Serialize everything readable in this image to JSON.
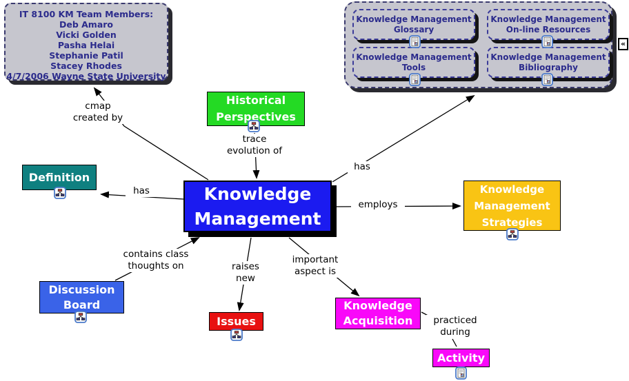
{
  "team_note": {
    "text": "IT 8100 KM Team Members:\nDeb Amaro\nVicki Golden\nPasha Helai\nStephanie Patil\nStacey Rhodes\n4/7/2006 Wayne State University"
  },
  "resource_group": {
    "collapse_glyph": "«",
    "items": [
      {
        "label": "Knowledge Management\nGlossary",
        "icon": "resource-icon"
      },
      {
        "label": "Knowledge Management\nOn-line Resources",
        "icon": "resource-icon"
      },
      {
        "label": "Knowledge Management\nTools",
        "icon": "resource-icon"
      },
      {
        "label": "Knowledge Management\nBibliography",
        "icon": "resource-icon"
      }
    ]
  },
  "nodes": {
    "knowledge_management": {
      "label": "Knowledge\nManagement",
      "color": "#1B1BF0"
    },
    "historical_perspectives": {
      "label": "Historical\nPerspectives",
      "color": "#24DA24",
      "icon": "cmap-icon"
    },
    "definition": {
      "label": "Definition",
      "color": "#0F8080",
      "icon": "cmap-icon"
    },
    "km_strategies": {
      "label": "Knowledge\nManagement\nStrategies",
      "color": "#F9C414",
      "icon": "cmap-icon"
    },
    "discussion_board": {
      "label": "Discussion\nBoard",
      "color": "#3A63E8",
      "icon": "cmap-icon"
    },
    "issues": {
      "label": "Issues",
      "color": "#E81111",
      "icon": "cmap-icon"
    },
    "knowledge_acquisition": {
      "label": "Knowledge\nAcquisition",
      "color": "#F908F9"
    },
    "activity": {
      "label": "Activity",
      "color": "#F908F9",
      "icon": "resource-icon"
    }
  },
  "links": {
    "cmap_created_by": {
      "label": "cmap\ncreated by"
    },
    "trace_evolution_of": {
      "label": "trace\nevolution of"
    },
    "has_resources": {
      "label": "has"
    },
    "has_definition": {
      "label": "has"
    },
    "employs": {
      "label": "employs"
    },
    "contains_class_thoughts_on": {
      "label": "contains class\nthoughts on"
    },
    "raises_new": {
      "label": "raises\nnew"
    },
    "important_aspect_is": {
      "label": "important\naspect is"
    },
    "practiced_during": {
      "label": "practiced\nduring"
    }
  },
  "colors": {
    "canvas_bg": "#FFFFFF",
    "gray_box_bg": "#C6C6CE",
    "gray_box_text": "#2B2B8C",
    "node_text": "#FFFFFF",
    "connector": "#000000",
    "link_text": "#000000"
  }
}
